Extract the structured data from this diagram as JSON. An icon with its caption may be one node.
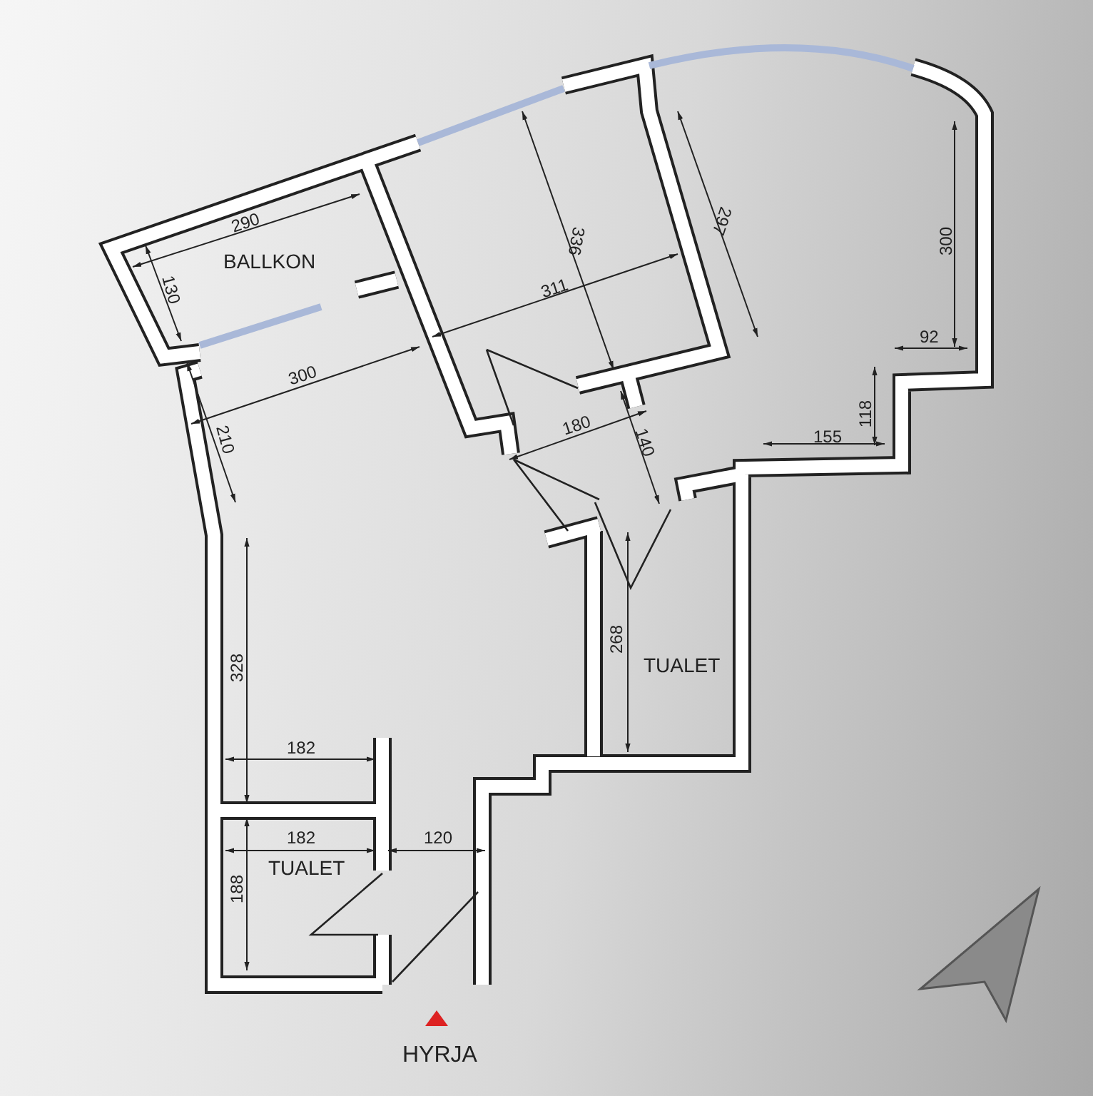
{
  "diagram": {
    "labels": [
      "290",
      "BALLKON",
      "130",
      "336",
      "297",
      "311",
      "300",
      "92",
      "300",
      "118",
      "180",
      "155",
      "210",
      "140",
      "328",
      "268",
      "TUALET",
      "182",
      "182",
      "120",
      "TUALET",
      "188",
      "HYRJA"
    ]
  }
}
